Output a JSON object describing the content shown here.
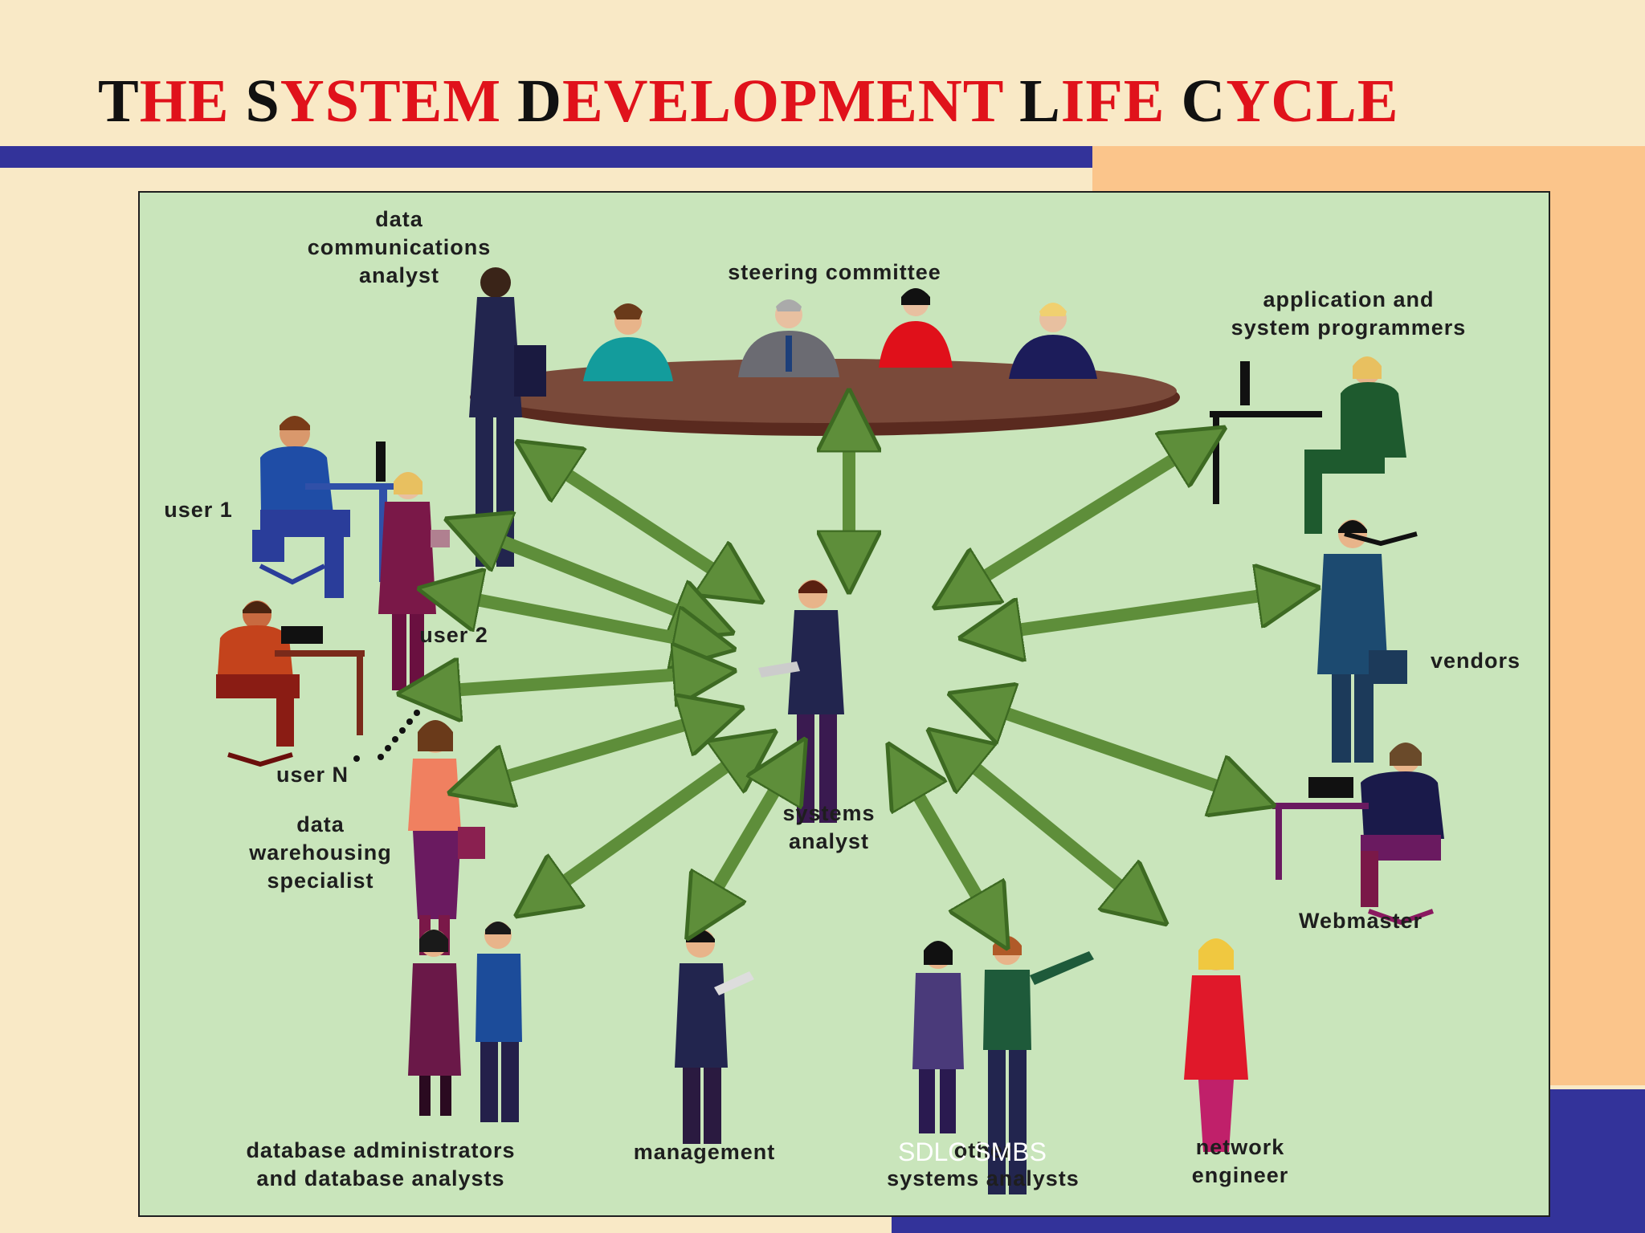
{
  "title": {
    "words": [
      {
        "cap": "T",
        "rest": "HE"
      },
      {
        "cap": "S",
        "rest": "YSTEM"
      },
      {
        "cap": "D",
        "rest": "EVELOPMENT"
      },
      {
        "cap": "L",
        "rest": "IFE"
      },
      {
        "cap": "C",
        "rest": "YCLE"
      }
    ]
  },
  "colors": {
    "title_red": "#e0121b",
    "accent_blue": "#33339a",
    "accent_peach": "#fbc58b",
    "panel_green": "#c9e5bb",
    "arrow_green": "#5e8e3a"
  },
  "diagram": {
    "center_label": "systems\nanalyst",
    "roles": {
      "data_comm": "data\ncommunications\nanalyst",
      "steering": "steering committee",
      "programmers": "application and\nsystem programmers",
      "user1": "user 1",
      "user2": "user 2",
      "userN": "user N",
      "vendors": "vendors",
      "data_warehousing": "data\nwarehousing\nspecialist",
      "webmaster": "Webmaster",
      "dba": "database administrators\nand database analysts",
      "management": "management",
      "other_analysts": "other\nsystems analysts",
      "network": "network\nengineer"
    }
  },
  "footer": {
    "text": "SDLC SMBS"
  }
}
